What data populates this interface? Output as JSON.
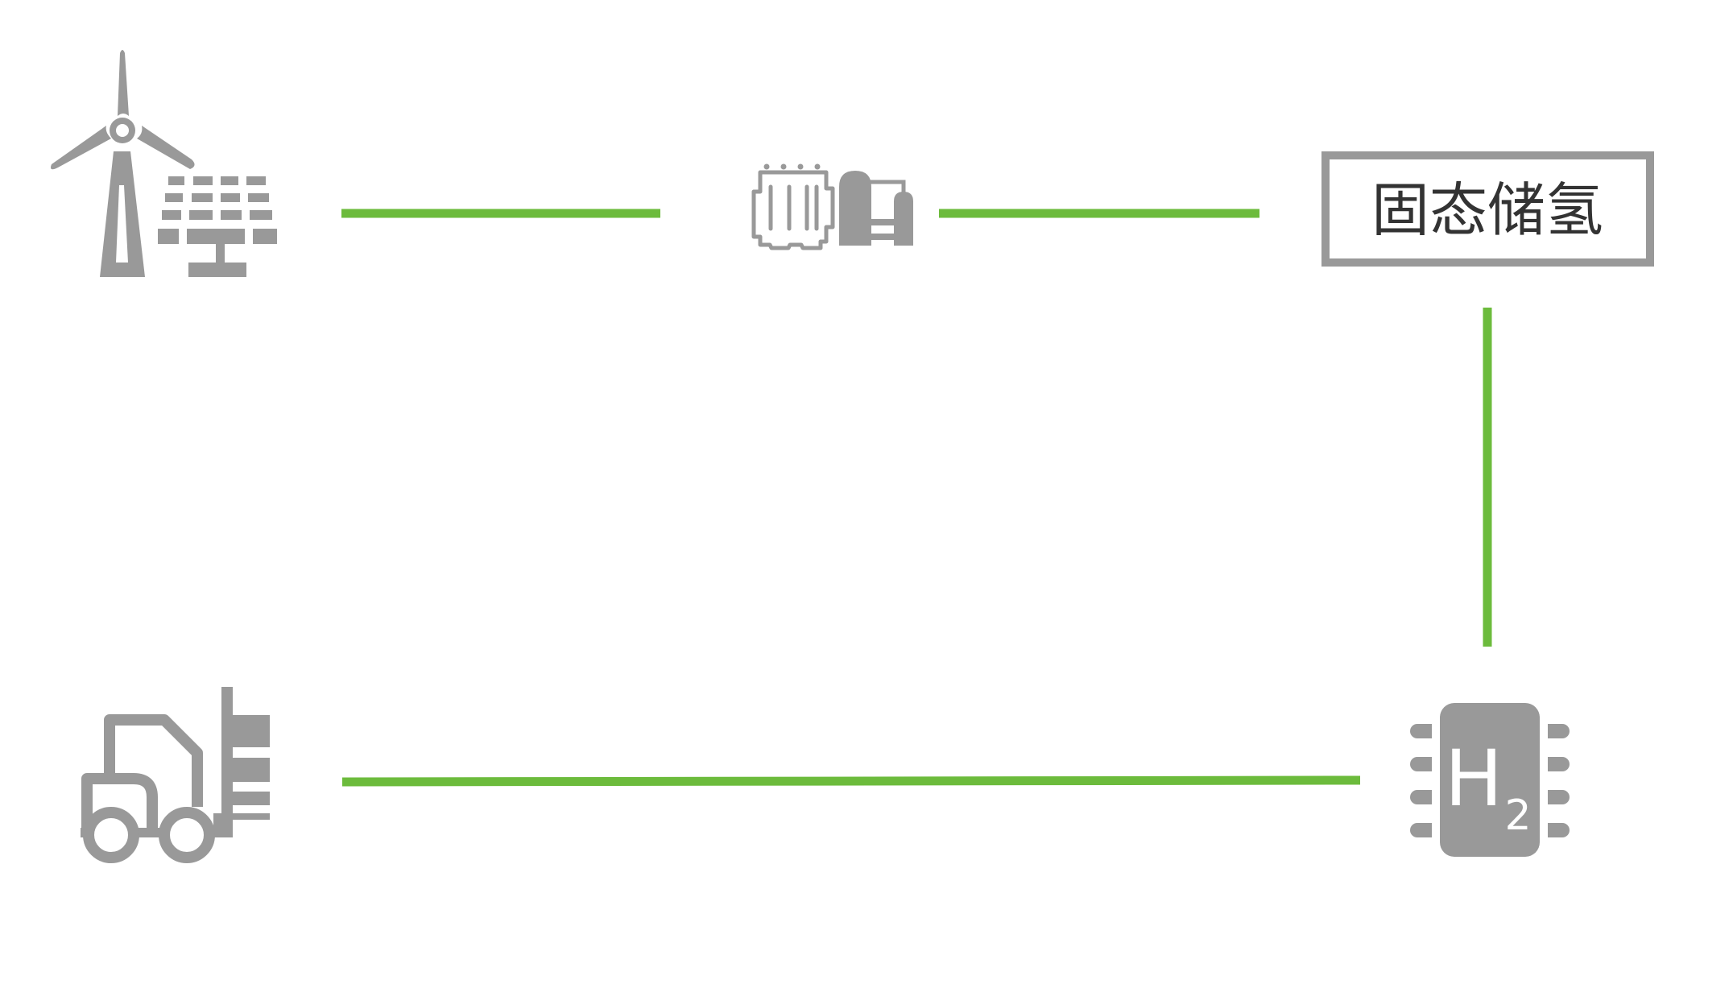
{
  "diagram": {
    "storage_label": "固态储氢",
    "fuel_cell_symbol": "H",
    "fuel_cell_subscript": "2",
    "nodes": [
      {
        "id": "renewable",
        "icon": "wind-solar-icon"
      },
      {
        "id": "electrolyzer",
        "icon": "electrolyzer-plant-icon"
      },
      {
        "id": "storage",
        "icon": "solid-hydrogen-storage-box"
      },
      {
        "id": "fuel-cell",
        "icon": "hydrogen-fuel-cell-icon"
      },
      {
        "id": "forklift",
        "icon": "forklift-icon"
      }
    ],
    "connections": [
      {
        "from": "renewable",
        "to": "electrolyzer"
      },
      {
        "from": "electrolyzer",
        "to": "storage"
      },
      {
        "from": "storage",
        "to": "fuel-cell"
      },
      {
        "from": "fuel-cell",
        "to": "forklift"
      }
    ],
    "colors": {
      "connector": "#6cbb3c",
      "icon": "#999999",
      "text": "#333333",
      "background": "#ffffff"
    }
  }
}
